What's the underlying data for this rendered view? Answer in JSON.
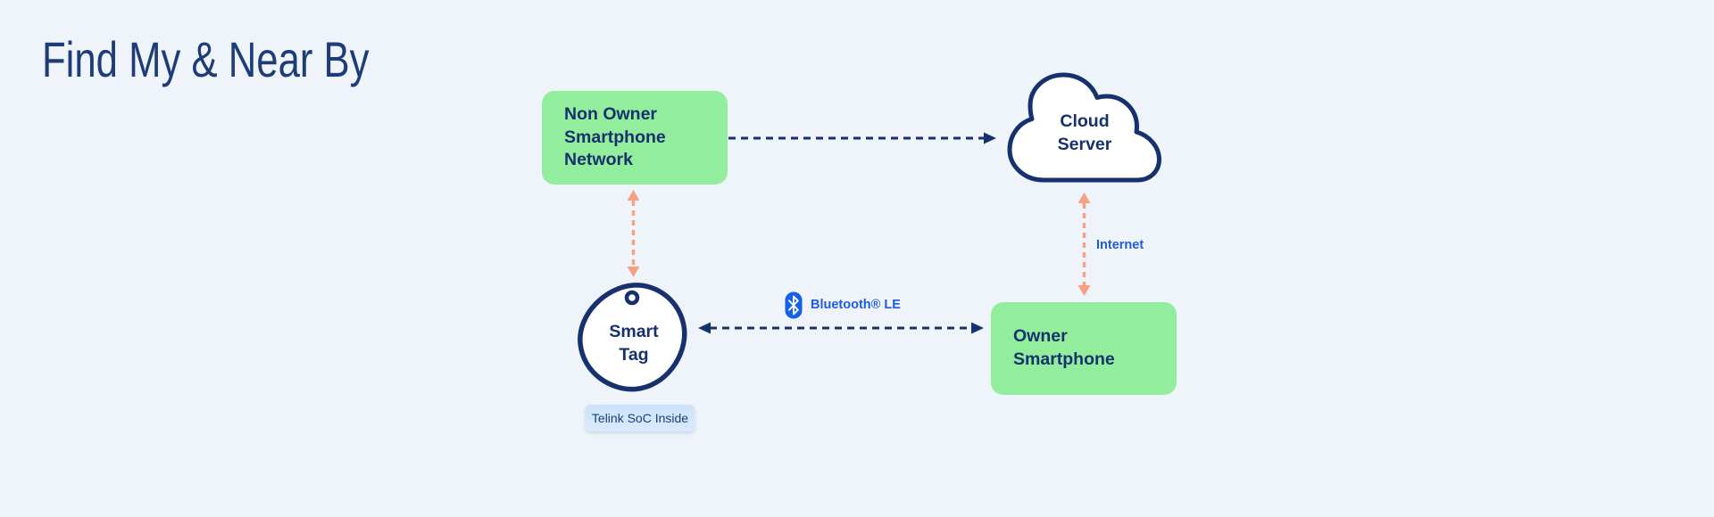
{
  "title": "Find My & Near By",
  "nodes": {
    "non_owner_box": {
      "label": "Non Owner\nSmartphone\nNetwork"
    },
    "cloud_server": {
      "label": "Cloud\nServer"
    },
    "smart_tag": {
      "label": "Smart\nTag"
    },
    "owner_box": {
      "label": "Owner\nSmartphone"
    },
    "soc_badge": {
      "label": "Telink SoC Inside"
    }
  },
  "connections": {
    "internet_label": "Internet",
    "bluetooth_label": "Bluetooth® LE"
  },
  "icons": {
    "bluetooth": "bluetooth-logo",
    "cloud": "cloud-shape",
    "smart_tag_hole": "tag-hole"
  },
  "colors": {
    "background": "#eff4fa",
    "node_green": "#92ee9d",
    "navy": "#16316d",
    "title_navy": "#1d3c78",
    "arrow_orange": "#f7a184",
    "label_blue": "#1d5be0",
    "bluetooth_icon_blue": "#1560e8",
    "badge_bg": "#cde2f8"
  }
}
